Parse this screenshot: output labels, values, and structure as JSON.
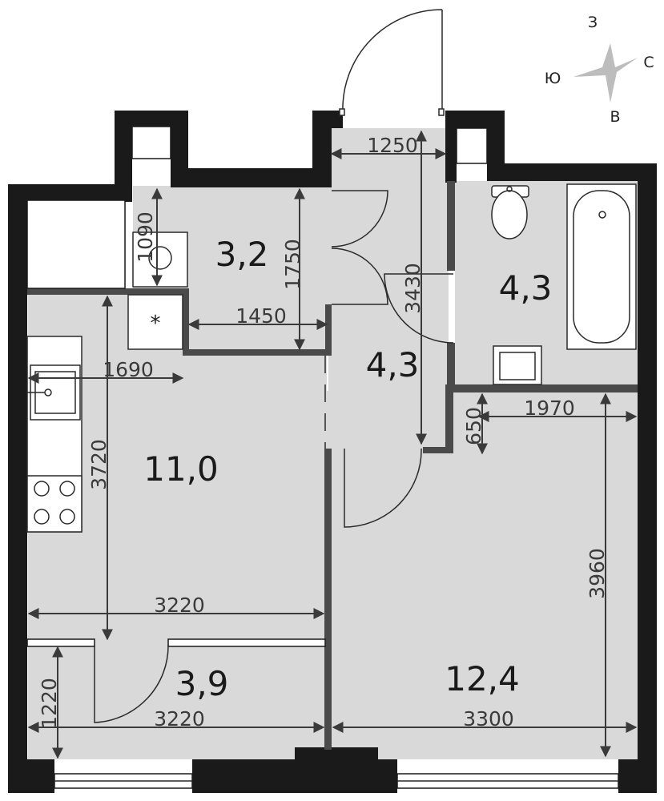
{
  "compass": {
    "west": "З",
    "north": "С",
    "south": "Ю",
    "east": "В"
  },
  "rooms": [
    {
      "id": "bath-small",
      "area": "3,2"
    },
    {
      "id": "bathroom",
      "area": "4,3"
    },
    {
      "id": "hall",
      "area": "4,3"
    },
    {
      "id": "kitchen",
      "area": "11,0"
    },
    {
      "id": "balcony",
      "area": "3,9"
    },
    {
      "id": "bedroom",
      "area": "12,4"
    }
  ],
  "dimensions": {
    "entry_width": "1250",
    "wc_height": "1090",
    "small_bath_height": "1750",
    "small_bath_width": "1450",
    "corridor_length": "3430",
    "kitchen_counter": "1690",
    "kitchen_depth": "3720",
    "bathroom_width": "1970",
    "bathroom_offset": "650",
    "bedroom_depth": "3960",
    "kitchen_width": "3220",
    "balcony_width": "3220",
    "balcony_depth": "1220",
    "bedroom_width": "3300"
  }
}
